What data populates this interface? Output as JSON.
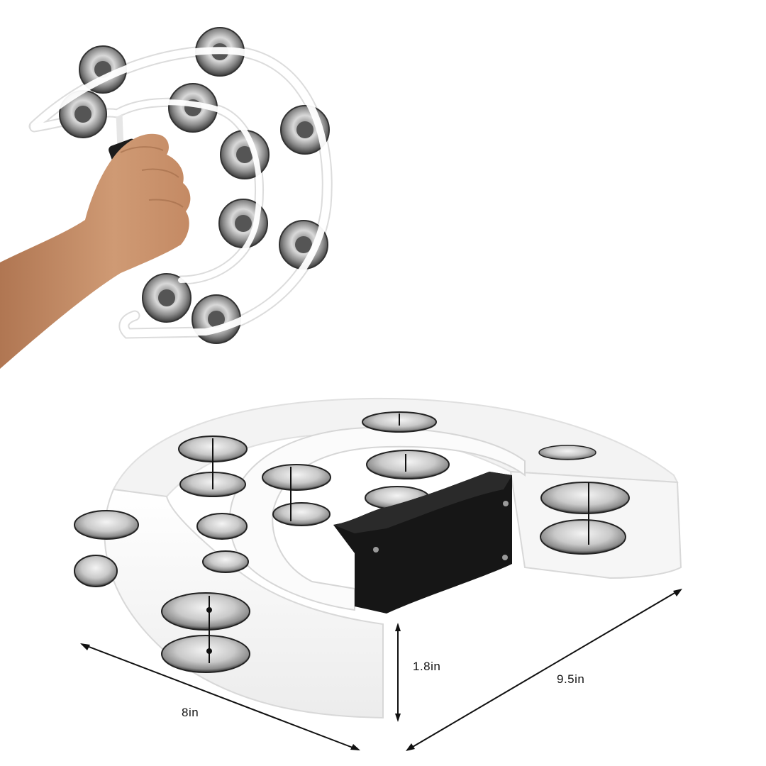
{
  "product": {
    "name_icon": "tambourine",
    "color": "#ffffff",
    "handle_color": "#1c1c1c",
    "jingle_color": "#b8b8b8",
    "skin_color": "#c8906a"
  },
  "dimensions": {
    "length": {
      "label": "8in"
    },
    "height": {
      "label": "1.8in"
    },
    "width": {
      "label": "9.5in"
    }
  },
  "colors": {
    "background": "#ffffff",
    "arrow": "#111111",
    "text": "#111111"
  }
}
